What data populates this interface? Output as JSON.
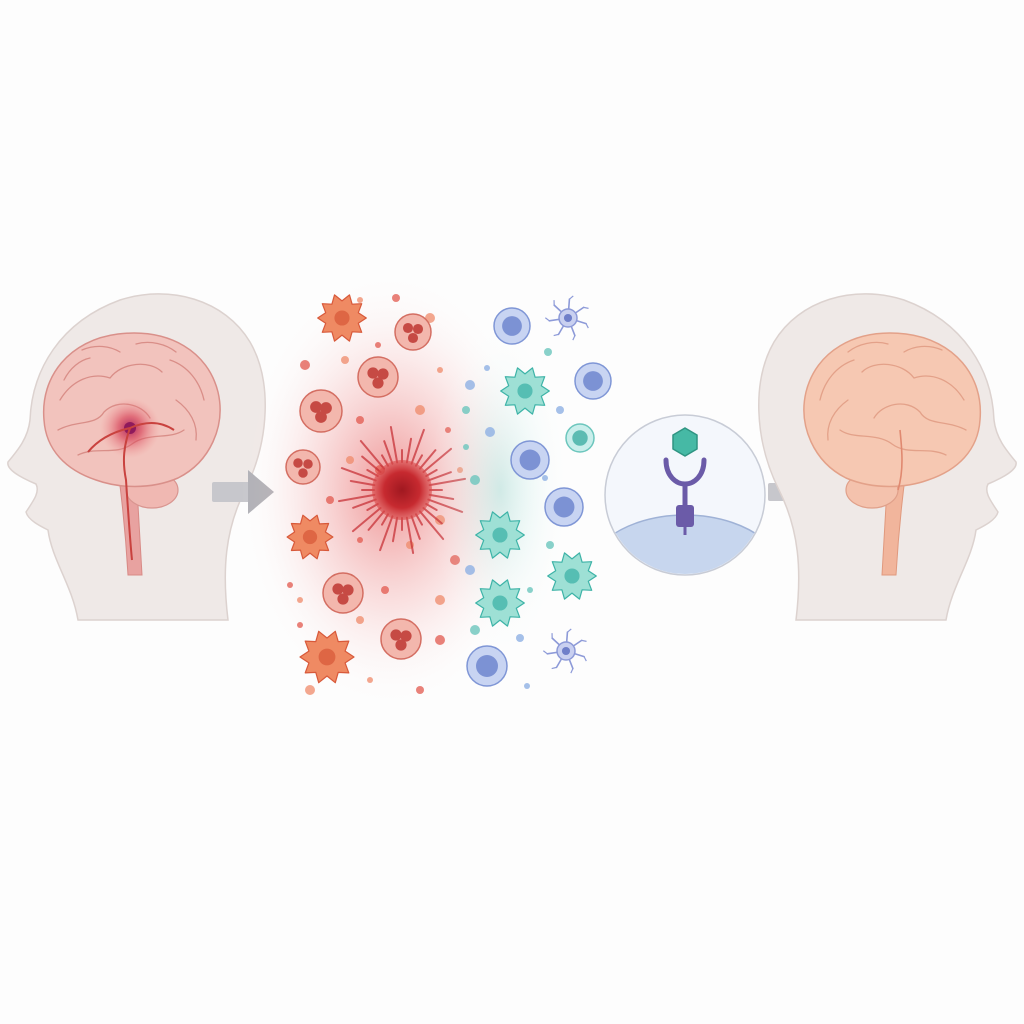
{
  "panels": {
    "injured_brain": {
      "icon": "head-with-injured-brain",
      "lesion_color": "#b0306a",
      "brain_color": "#e8a2a0",
      "head_color": "#efe9e7"
    },
    "inflammation": {
      "icon": "pro-inflammatory-cell-cluster",
      "core_color": "#c0272d",
      "cell_color": "#e8704e",
      "ring_cell_color": "#e59a92"
    },
    "resolution": {
      "icon": "anti-inflammatory-cell-cluster",
      "teal_color": "#3db3a7",
      "blue_color": "#7f96d6",
      "star_color": "#8d9ad8"
    },
    "receptor": {
      "icon": "receptor-ligand-binding",
      "ligand_color": "#46b9a5",
      "receptor_color": "#6b5ba8",
      "membrane_color": "#c7d6ee"
    },
    "healthy_brain": {
      "icon": "head-with-healed-brain",
      "brain_color": "#f1b59c",
      "head_color": "#efe9e7"
    }
  },
  "arrows": [
    {
      "name": "arrow-injury-to-inflammation",
      "icon": "right-arrow-icon",
      "color": "#b8b8bd"
    },
    {
      "name": "arrow-receptor-to-recovery",
      "icon": "right-arrow-icon",
      "color": "#b8b8bd"
    }
  ]
}
